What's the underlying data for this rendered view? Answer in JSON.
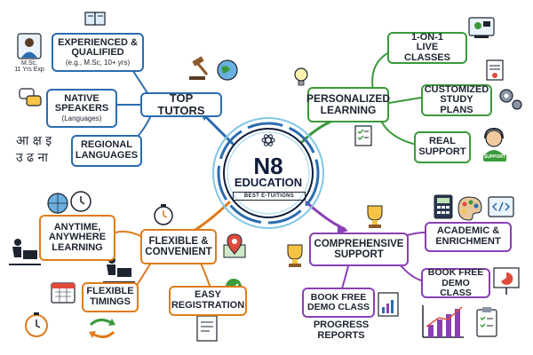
{
  "center": {
    "title": "N8",
    "subtitle": "EDUCATION",
    "tagline": "BEST E-TUITIONS"
  },
  "top_tutors": {
    "label": "TOP TUTORS",
    "experienced": {
      "label": "EXPERIENCED &\nQUALIFIED",
      "sub": "(e.g., M.Sc, 10+ yrs)"
    },
    "avatar_caption": "M.Sc,\n11 Yrs Exp",
    "native": {
      "label": "NATIVE\nSPEAKERS",
      "sub": "(Languages)"
    },
    "regional": {
      "label": "REGIONAL\nLANGUAGES"
    },
    "script_chars": "आ क्ष इ\nउ ढ ना"
  },
  "personalized": {
    "label": "PERSONALIZED\nLEARNING",
    "one_on_one": "1-ON-1\nLIVE CLASSES",
    "customized": "CUSTOMIZED\nSTUDY PLANS",
    "real_support": "REAL\nSUPPORT",
    "support_badge": "SUPPORT"
  },
  "flexible": {
    "label": "FLEXIBLE &\nCONVENIENT",
    "anytime": "ANYTIME,\nANYWHERE\nLEARNING",
    "timings": "FLEXIBLE\nTIMINGS",
    "registration": "EASY\nREGISTRATION"
  },
  "comprehensive": {
    "label": "COMPREHENSIVE\nSUPPORT",
    "academic": "ACADEMIC &\nENRICHMENT",
    "book_demo_right": "BOOK FREE\nDEMO CLASS",
    "book_demo_left": "BOOK FREE\nDEMO CLASS",
    "progress_reports": "PROGRESS\nREPORTS"
  },
  "colors": {
    "blue": "#2b6cb0",
    "green": "#3a9a3a",
    "orange": "#e07b1a",
    "purple": "#8a3fb5",
    "navy": "#0f1c3a"
  },
  "icons": [
    "book-icon",
    "person-avatar-icon",
    "gavel-icon",
    "globe-icon",
    "speech-bubbles-icon",
    "lightbulb-icon",
    "video-call-icon",
    "document-award-icon",
    "gears-icon",
    "checklist-icon",
    "headset-support-icon",
    "calculator-icon",
    "palette-icon",
    "code-icon",
    "globe-icon",
    "clock-icon",
    "stopwatch-icon",
    "map-pin-icon",
    "laptop-person-icon",
    "calendar-icon",
    "arrows-cycle-icon",
    "form-check-icon",
    "trophy-icon",
    "presentation-chart-icon",
    "bar-chart-icon",
    "report-chart-icon"
  ]
}
